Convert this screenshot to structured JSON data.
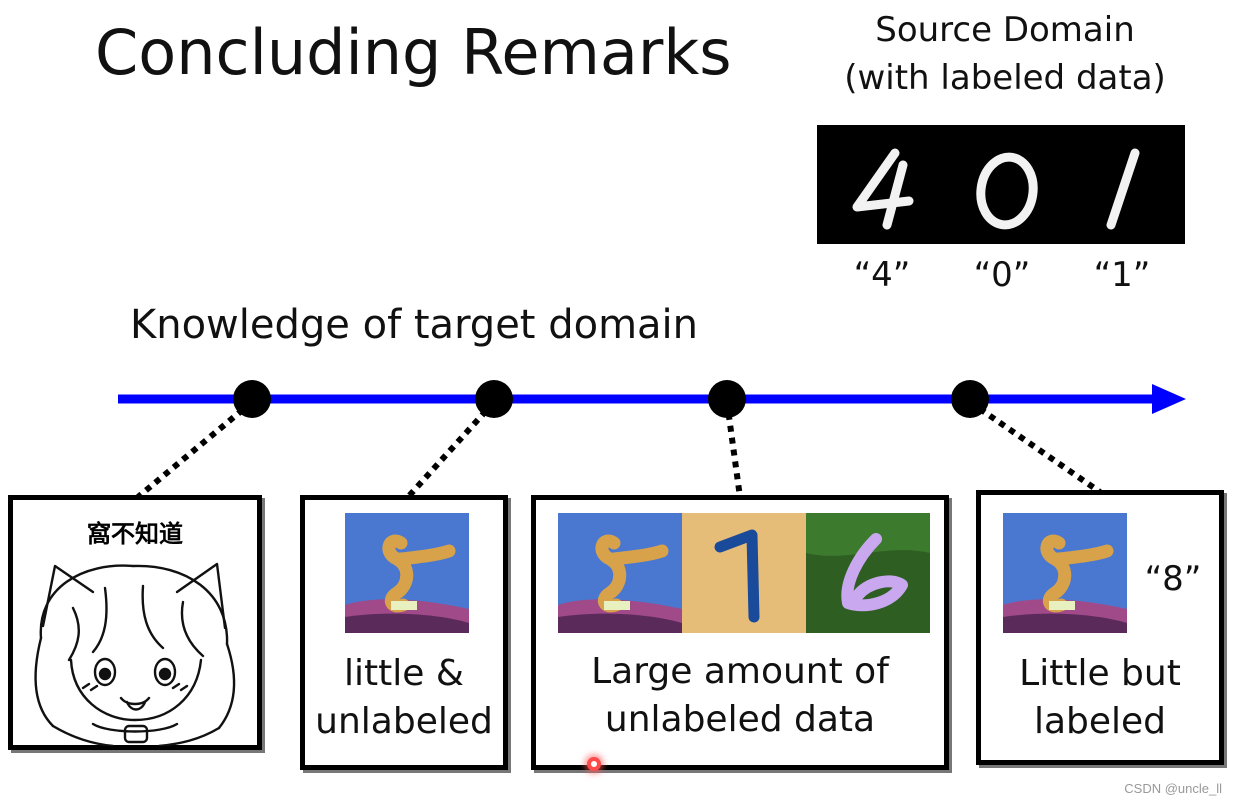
{
  "slide": {
    "title": "Concluding Remarks",
    "source_domain": {
      "title_line1": "Source Domain",
      "title_line2": "(with labeled data)",
      "digit_labels": [
        "“4”",
        "“0”",
        "“1”"
      ]
    },
    "knowledge_label": "Knowledge of target domain",
    "colors": {
      "axis": "#0000ff",
      "node": "#000000"
    },
    "boxes": [
      {
        "caption": "窩不知道",
        "text": ""
      },
      {
        "caption": "",
        "text": "little &\nunlabeled"
      },
      {
        "caption": "",
        "text": "Large amount of\nunlabeled data"
      },
      {
        "caption": "",
        "text": "Little but\nlabeled",
        "label": "“8”"
      }
    ],
    "watermark": "CSDN @uncle_ll"
  }
}
